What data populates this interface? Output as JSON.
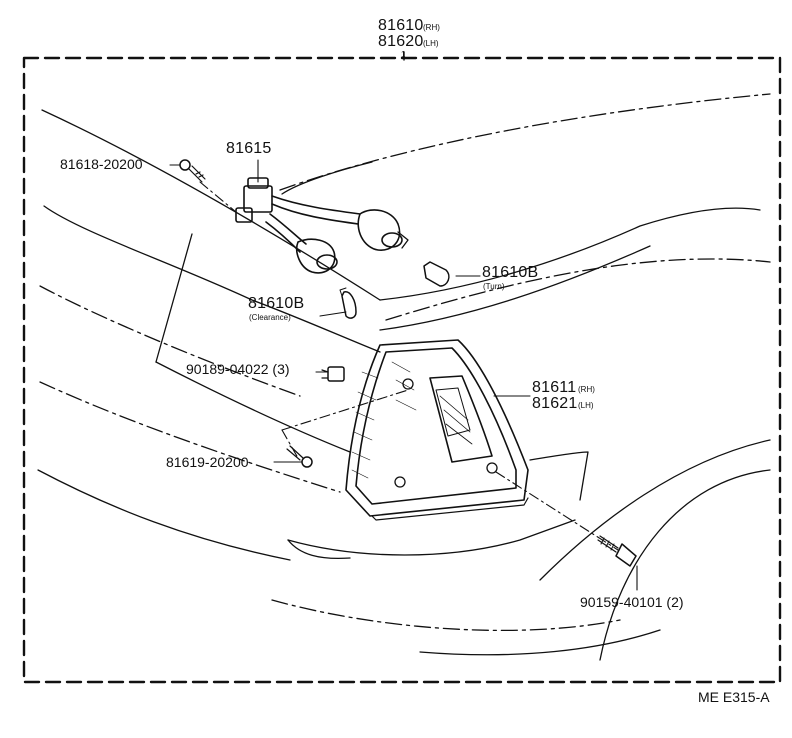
{
  "top_callout": {
    "part_rh": "81610",
    "suffix_rh": "(RH)",
    "part_lh": "81620",
    "suffix_lh": "(LH)",
    "marker": "1"
  },
  "callouts": {
    "socket": "81615",
    "screw_left": "81618-20200",
    "bulb_turn": "81610B",
    "bulb_turn_note": "(Turn)",
    "bulb_clearance": "81610B",
    "bulb_clearance_note": "(Clearance)",
    "nut": "90189-04022 (3)",
    "lens_rh": "81611",
    "lens_rh_suffix": "(RH)",
    "lens_lh": "81621",
    "lens_lh_suffix": "(LH)",
    "screw_lower": "81619-20200",
    "bolt": "90159-40101 (2)"
  },
  "diagram_code": "ME E315-A",
  "colors": {
    "ink": "#111111",
    "paper": "#ffffff"
  }
}
